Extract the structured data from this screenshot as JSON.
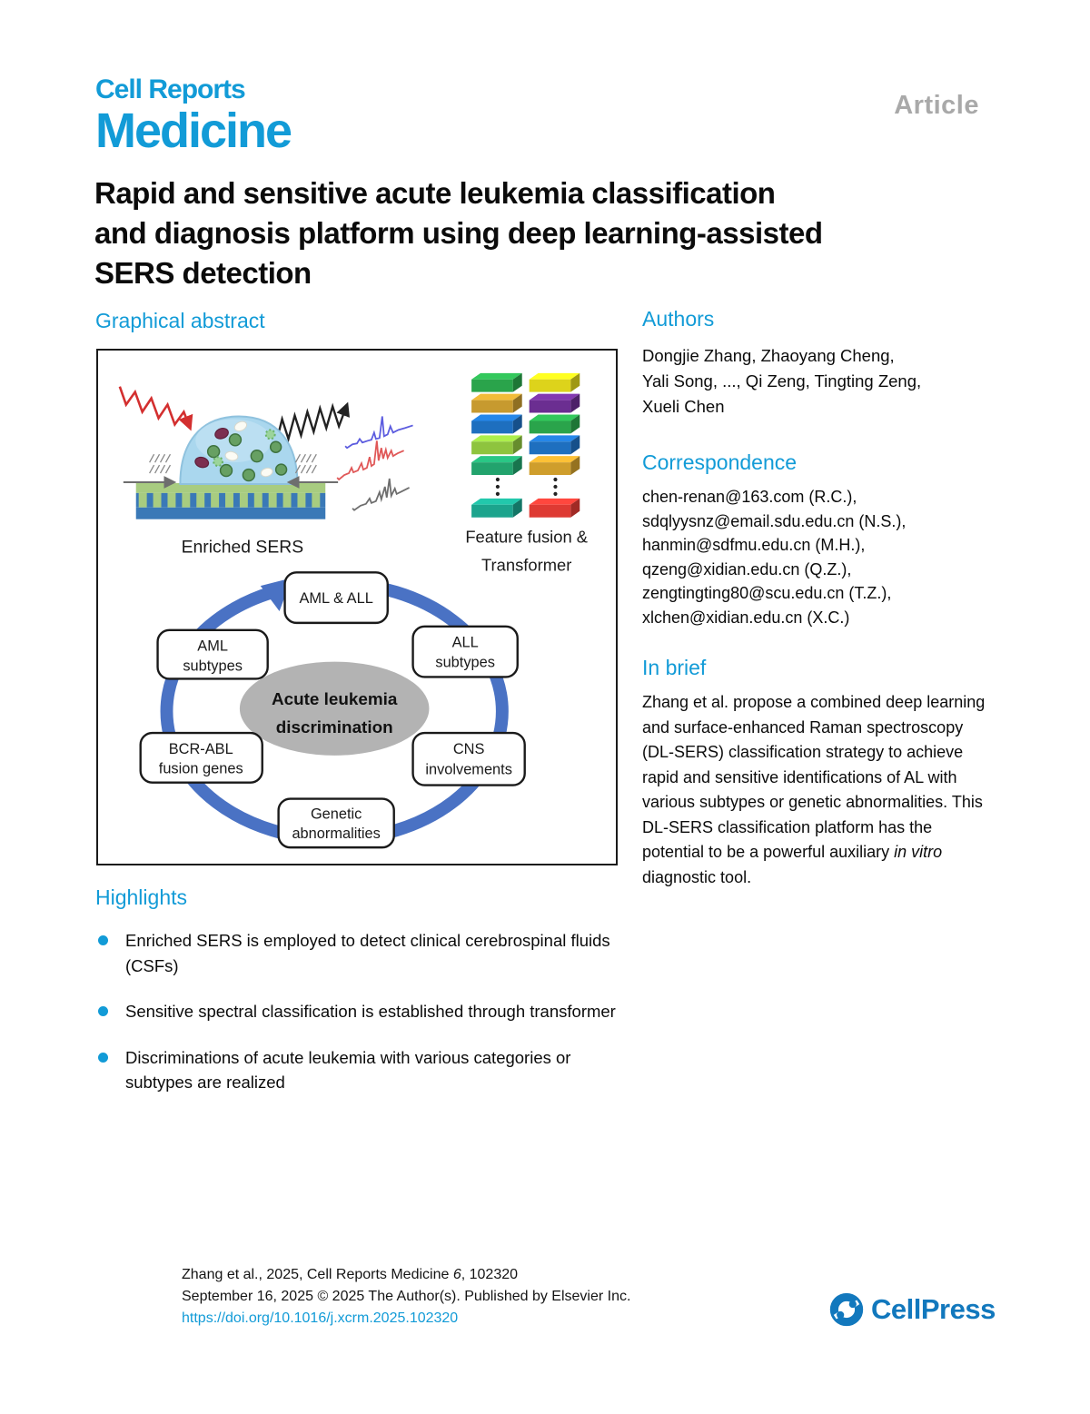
{
  "masthead": {
    "journal_line1": "Cell Reports",
    "journal_line2": "Medicine",
    "article_type": "Article",
    "brand_blue": "#129bd7",
    "article_gray": "#a9a9a9"
  },
  "title": {
    "lines": [
      "Rapid and sensitive acute leukemia classification",
      "and diagnosis platform using deep learning-assisted",
      "SERS detection"
    ]
  },
  "graphical_abstract": {
    "heading": "Graphical abstract",
    "enriched_sers_label": "Enriched SERS",
    "feature_label": [
      "Feature fusion &",
      "Transformer"
    ],
    "center_ellipse": [
      "Acute leukemia",
      "discrimination"
    ],
    "nodes": {
      "top": "AML & ALL",
      "right_upper": [
        "ALL",
        "subtypes"
      ],
      "right_lower": [
        "CNS",
        "involvements"
      ],
      "bottom": [
        "Genetic",
        "abnormalities"
      ],
      "left_lower": [
        "BCR-ABL",
        "fusion genes"
      ],
      "left_upper": [
        "AML",
        "subtypes"
      ]
    },
    "ring_color": "#4a72c4",
    "center_fill": "#b3b3b3",
    "stack": {
      "left_colors": [
        "#2aa44b",
        "#c79a2f",
        "#1e6fbf",
        "#8ec43e",
        "#22a36d",
        "#1ca48d"
      ],
      "right_colors": [
        "#ddd31b",
        "#6b2e91",
        "#2aa44b",
        "#1e6fbf",
        "#cf9e2c",
        "#de3a33"
      ]
    },
    "spectra_colors": {
      "top": "#5c5cdf",
      "middle": "#e05858",
      "bottom": "#6e6e6e"
    },
    "laser_color": "#d32f2f",
    "substrate": {
      "green": "#a8cc80",
      "blue": "#3a79b7"
    }
  },
  "authors": {
    "heading": "Authors",
    "lines": [
      "Dongjie Zhang, Zhaoyang Cheng,",
      "Yali Song, ..., Qi Zeng, Tingting Zeng,",
      "Xueli Chen"
    ]
  },
  "correspondence": {
    "heading": "Correspondence",
    "emails": [
      "chen-renan@163.com (R.C.),",
      "sdqlyysnz@email.sdu.edu.cn (N.S.),",
      "hanmin@sdfmu.edu.cn (M.H.),",
      "qzeng@xidian.edu.cn (Q.Z.),",
      "zengtingting80@scu.edu.cn (T.Z.),",
      "xlchen@xidian.edu.cn (X.C.)"
    ]
  },
  "in_brief": {
    "heading": "In brief",
    "text_before": "Zhang et al. propose a combined deep learning and surface-enhanced Raman spectroscopy (DL-SERS) classification strategy to achieve rapid and sensitive identifications of AL with various subtypes or genetic abnormalities. This DL-SERS classification platform has the potential to be a powerful auxiliary ",
    "italic_text": "in vitro",
    "text_after": " diagnostic tool."
  },
  "highlights": {
    "heading": "Highlights",
    "items": [
      "Enriched SERS is employed to detect clinical cerebrospinal fluids (CSFs)",
      "Sensitive spectral classification is established through transformer",
      "Discriminations of acute leukemia with various categories or subtypes are realized"
    ]
  },
  "footer": {
    "citation_before": "Zhang et al., 2025, Cell Reports Medicine ",
    "volume_italic": "6",
    "citation_after": ", 102320",
    "line2": "September 16, 2025 © 2025 The Author(s). Published by Elsevier Inc.",
    "doi": "https://doi.org/10.1016/j.xcrm.2025.102320",
    "publisher": "CellPress",
    "publisher_blue": "#1278bd"
  }
}
